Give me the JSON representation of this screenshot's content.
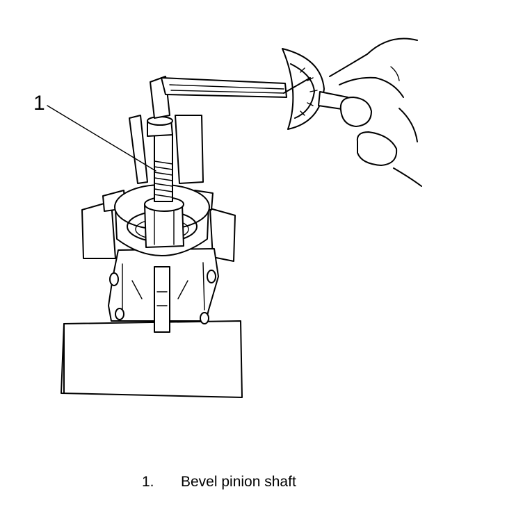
{
  "figure": {
    "callout_number": "1",
    "legend": [
      {
        "number": "1.",
        "label": "Bevel pinion shaft"
      }
    ]
  }
}
